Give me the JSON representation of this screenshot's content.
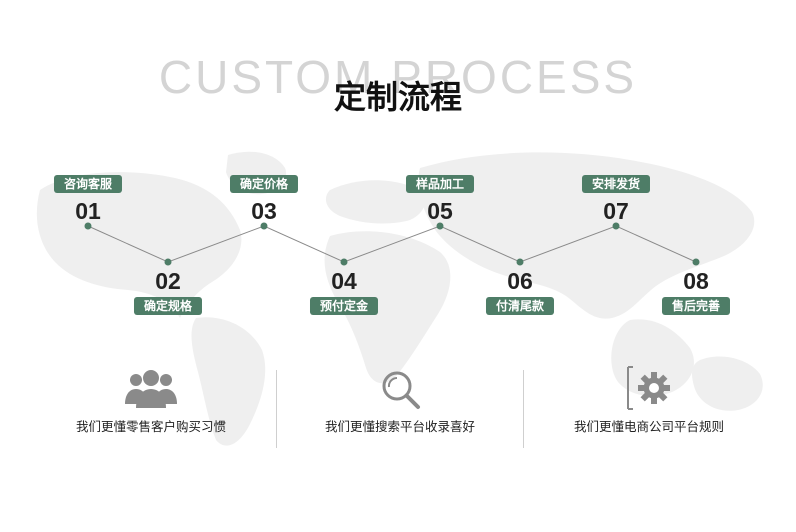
{
  "background_title": "CUSTOM PROCESS",
  "title": "定制流程",
  "accent_color": "#4e7d67",
  "steps": [
    {
      "num": "01",
      "label": "咨询客服"
    },
    {
      "num": "02",
      "label": "确定规格"
    },
    {
      "num": "03",
      "label": "确定价格"
    },
    {
      "num": "04",
      "label": "预付定金"
    },
    {
      "num": "05",
      "label": "样品加工"
    },
    {
      "num": "06",
      "label": "付清尾款"
    },
    {
      "num": "07",
      "label": "安排发货"
    },
    {
      "num": "08",
      "label": "售后完善"
    }
  ],
  "features": [
    {
      "icon": "customers-icon",
      "text": "我们更懂零售客户购买习惯"
    },
    {
      "icon": "search-icon",
      "text": "我们更懂搜索平台收录喜好"
    },
    {
      "icon": "gear-icon",
      "text": "我们更懂电商公司平台规则"
    }
  ]
}
